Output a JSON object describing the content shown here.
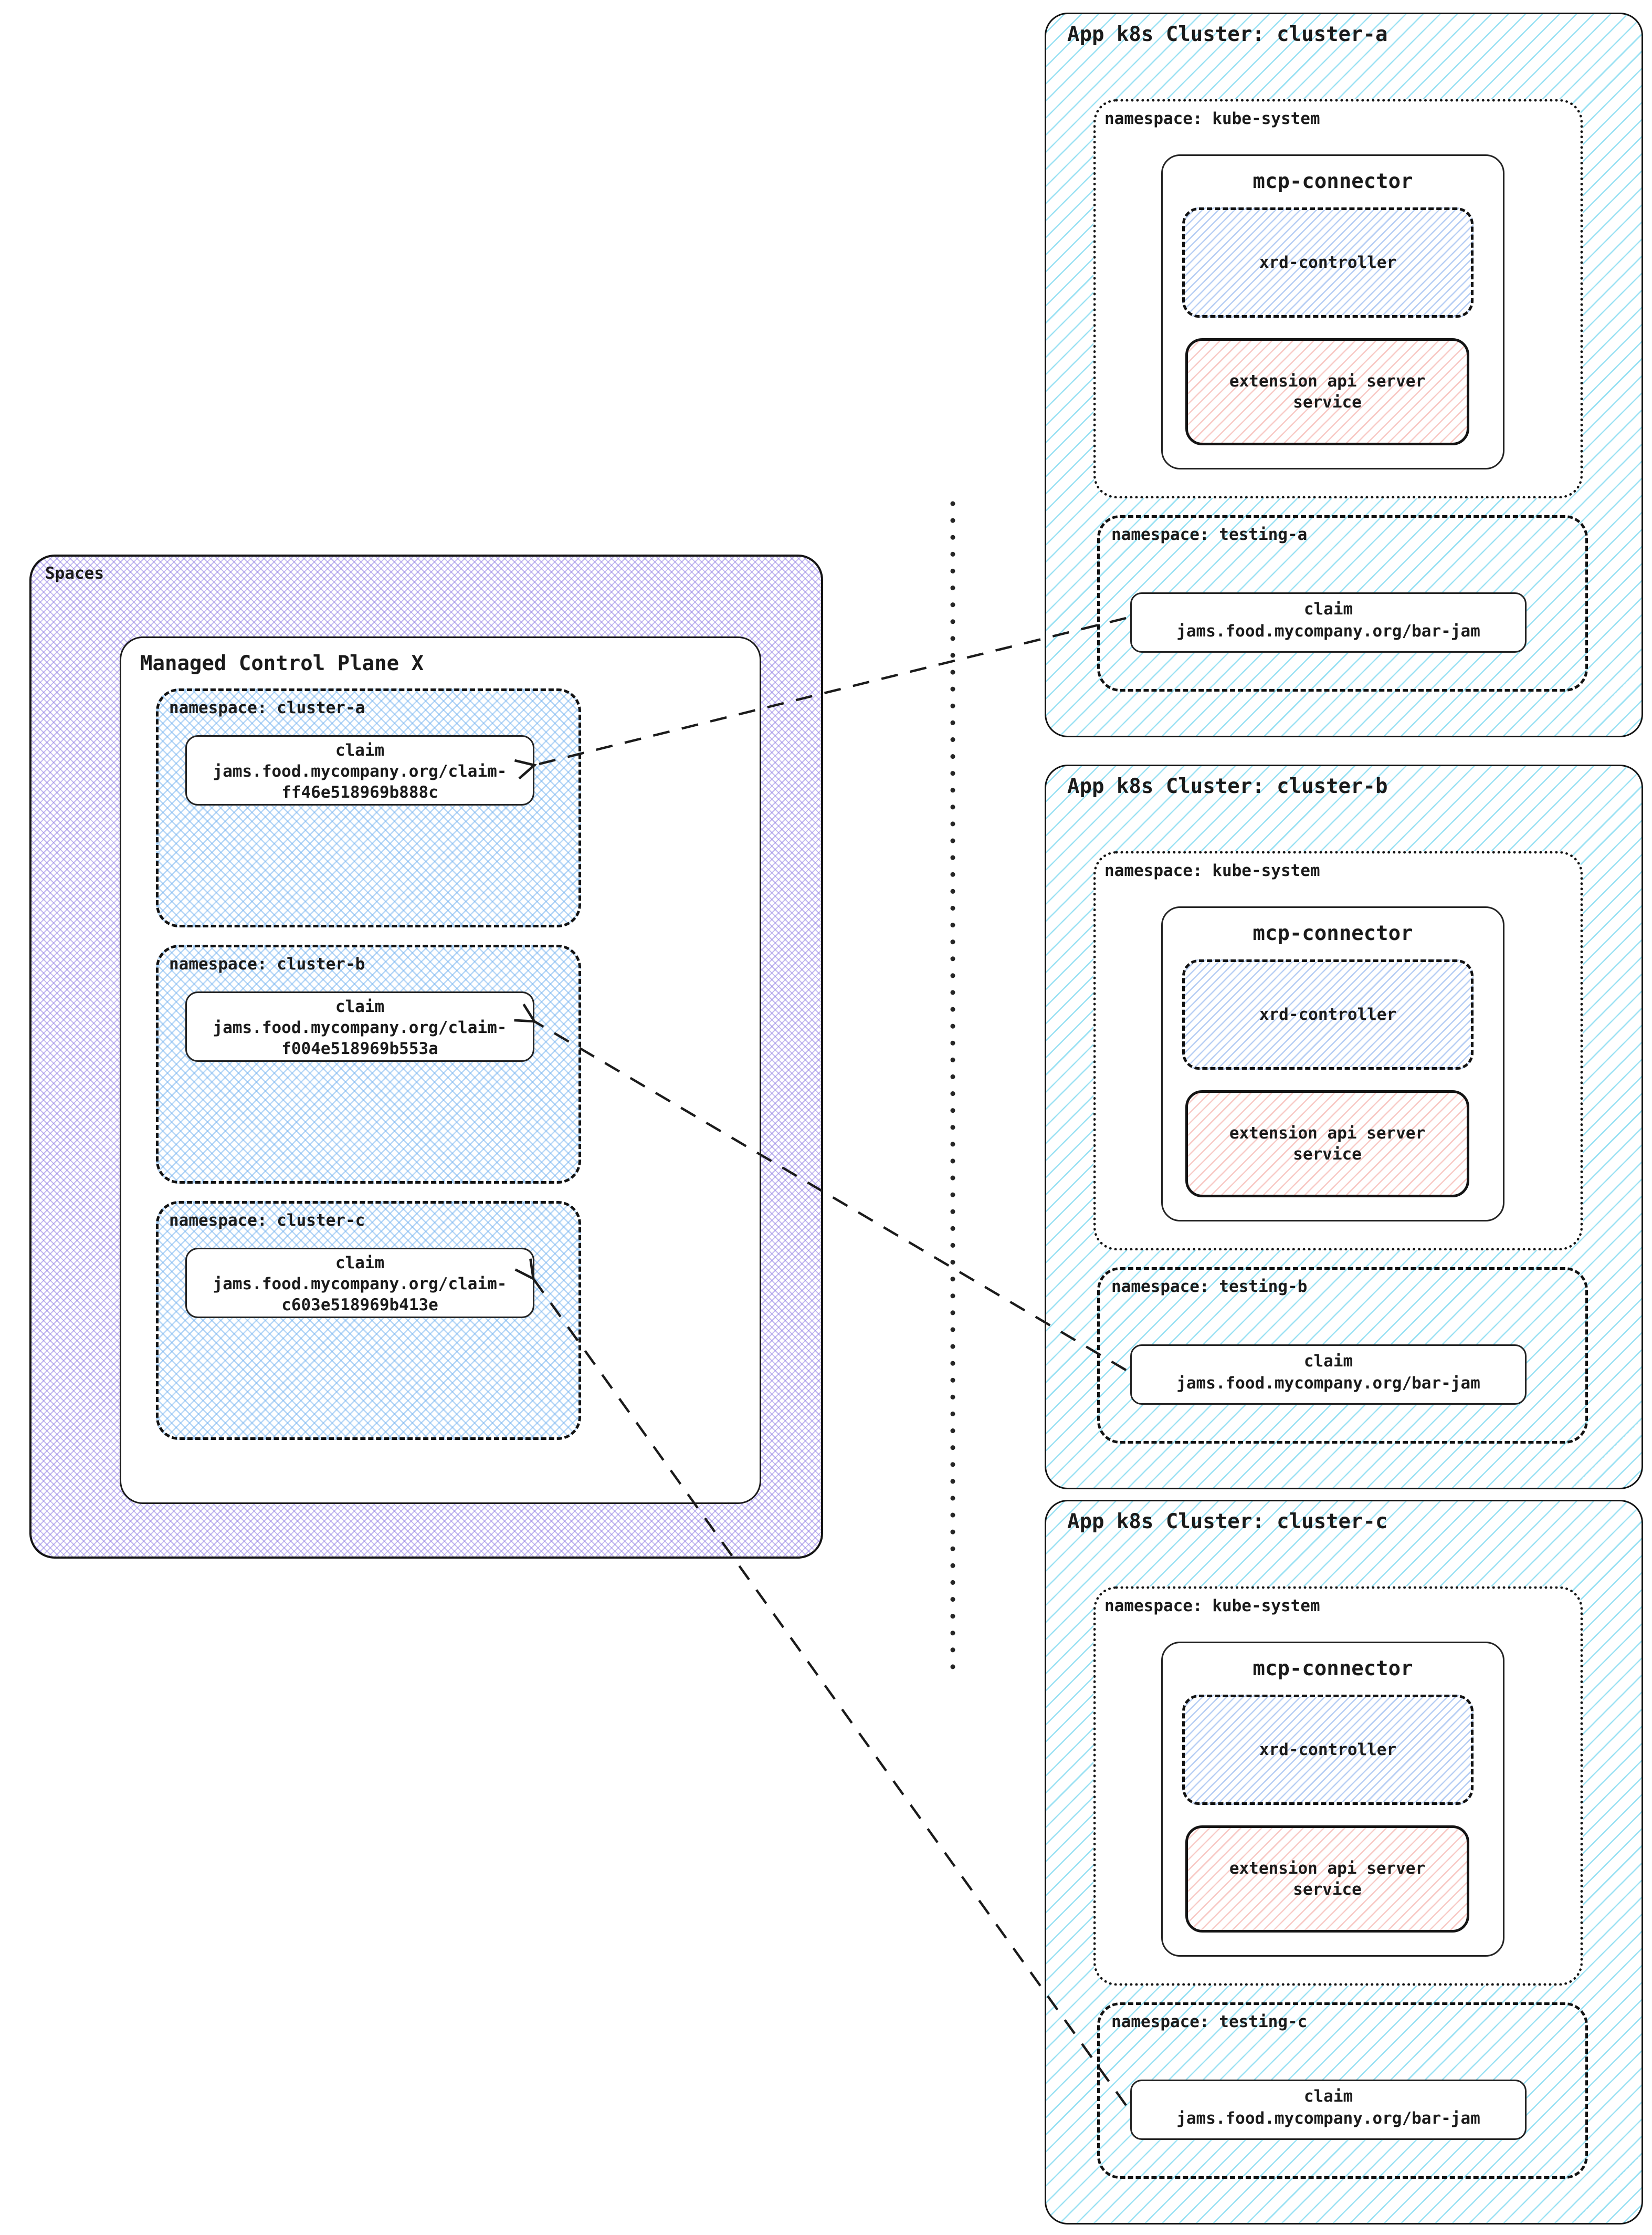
{
  "spaces": {
    "label": "Spaces",
    "control_plane": {
      "label": "Managed Control Plane X",
      "namespaces": [
        {
          "label": "namespace: cluster-a",
          "claim_title": "claim",
          "claim_line1": "jams.food.mycompany.org/claim-",
          "claim_line2": "ff46e518969b888c"
        },
        {
          "label": "namespace: cluster-b",
          "claim_title": "claim",
          "claim_line1": "jams.food.mycompany.org/claim-",
          "claim_line2": "f004e518969b553a"
        },
        {
          "label": "namespace: cluster-c",
          "claim_title": "claim",
          "claim_line1": "jams.food.mycompany.org/claim-",
          "claim_line2": "c603e518969b413e"
        }
      ]
    }
  },
  "clusters": [
    {
      "title": "App k8s Cluster: cluster-a",
      "system_namespace_label": "namespace: kube-system",
      "connector_label": "mcp-connector",
      "controller_label": "xrd-controller",
      "ext_service_line1": "extension api server",
      "ext_service_line2": "service",
      "testing_namespace_label": "namespace: testing-a",
      "claim_title": "claim",
      "claim_line": "jams.food.mycompany.org/bar-jam"
    },
    {
      "title": "App k8s Cluster: cluster-b",
      "system_namespace_label": "namespace: kube-system",
      "connector_label": "mcp-connector",
      "controller_label": "xrd-controller",
      "ext_service_line1": "extension api server",
      "ext_service_line2": "service",
      "testing_namespace_label": "namespace: testing-b",
      "claim_title": "claim",
      "claim_line": "jams.food.mycompany.org/bar-jam"
    },
    {
      "title": "App k8s Cluster: cluster-c",
      "system_namespace_label": "namespace: kube-system",
      "connector_label": "mcp-connector",
      "controller_label": "xrd-controller",
      "ext_service_line1": "extension api server",
      "ext_service_line2": "service",
      "testing_namespace_label": "namespace: testing-c",
      "claim_title": "claim",
      "claim_line": "jams.food.mycompany.org/bar-jam"
    }
  ],
  "colors": {
    "cluster_hatch": "#55cdeb99",
    "spaces_hatch": "#8f7ce388",
    "namespace_hatch": "#6fb0ef80",
    "controller_hatch": "#7fa9ec90",
    "ext_hatch": "#f2958d80",
    "line_color": "#1b1b1b"
  }
}
